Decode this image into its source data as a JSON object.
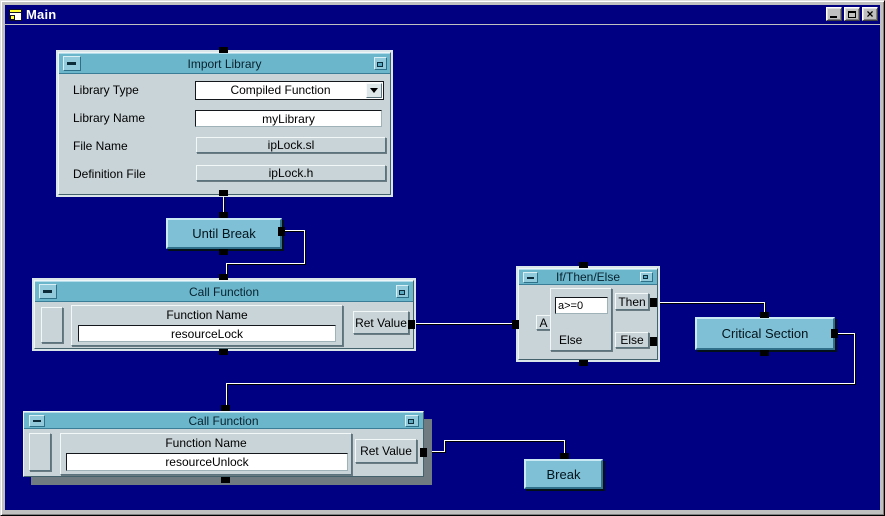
{
  "window": {
    "title": "Main",
    "controls": {
      "minimize": "minimize",
      "maximize": "maximize",
      "close": "close"
    }
  },
  "canvas": {
    "import_library": {
      "title": "Import Library",
      "rows": [
        {
          "label": "Library Type",
          "value": "Compiled Function"
        },
        {
          "label": "Library Name",
          "value": "myLibrary"
        },
        {
          "label": "File Name",
          "value": "ipLock.sl"
        },
        {
          "label": "Definition File",
          "value": "ipLock.h"
        }
      ]
    },
    "until_break": {
      "label": "Until Break"
    },
    "call_function_lock": {
      "title": "Call Function",
      "field_label": "Function Name",
      "field_value": "resourceLock",
      "output_label": "Ret Value"
    },
    "if_then_else": {
      "title": "If/Then/Else",
      "input_terminal": "A",
      "condition": "a>=0",
      "else_caption": "Else",
      "then_terminal": "Then",
      "else_terminal": "Else"
    },
    "critical_section": {
      "label": "Critical Section"
    },
    "call_function_unlock": {
      "title": "Call Function",
      "field_label": "Function Name",
      "field_value": "resourceUnlock",
      "output_label": "Ret Value"
    },
    "break_object": {
      "label": "Break"
    }
  },
  "colors": {
    "canvas_background": "#000082",
    "box_title_bar": "#6cb6cc",
    "box_body": "#c9d4d8",
    "teal_button": "#7fc0d6",
    "wire": "#ffffff",
    "pin": "#000000",
    "window_titlebar": "#000080"
  }
}
